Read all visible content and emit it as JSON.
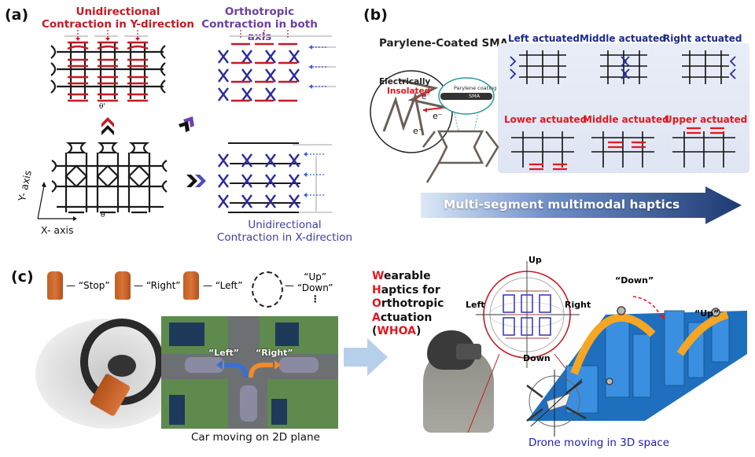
{
  "panel_a": {
    "label": "(a)",
    "top_left_title": [
      "Unidirectional",
      "Contraction in Y-direction"
    ],
    "top_right_title": [
      "Orthotropic",
      "Contraction in both axis"
    ],
    "bottom_right_title": [
      "Unidirectional",
      "Contraction in X-direction"
    ],
    "theta_prime": "θ'",
    "theta": "θ",
    "y_axis_label": "Y- axis",
    "x_axis_label": "X- axis",
    "colors": {
      "y_contraction": "#c41a24",
      "x_contraction": "#2a2aa0",
      "orthotropic": "#6b3fa0",
      "base": "#1a1a1a"
    }
  },
  "panel_b": {
    "label": "(b)",
    "sma_title": "Parylene-Coated SMA",
    "inset_line1": "Electrically",
    "inset_line2": "Insolated",
    "electron": "e⁻",
    "coating_label": "Parylene coating",
    "core_label": "SMA",
    "top_row": [
      "Left actuated",
      "Middle actuated",
      "Right actuated"
    ],
    "bottom_row": [
      "Lower actuated",
      "Middle actuated",
      "Upper actuated"
    ],
    "banner": "Multi-segment multimodal haptics",
    "colors": {
      "top_row": "#1c2a8c",
      "bottom_row": "#e0191f"
    }
  },
  "panel_c": {
    "label": "(c)",
    "commands": [
      "“Stop”",
      "“Right”",
      "“Left”"
    ],
    "extra_commands": [
      "“Up”",
      "“Down”"
    ],
    "ellipsis": "⋮",
    "car_left": "“Left”",
    "car_right": "“Right”",
    "car_caption": "Car moving on 2D plane",
    "whoa_lines": [
      {
        "initial": "W",
        "rest": "earable"
      },
      {
        "initial": "H",
        "rest": "aptics for"
      },
      {
        "initial": "O",
        "rest": "rthotropic"
      },
      {
        "initial": "A",
        "rest": "ctuation"
      }
    ],
    "whoa_acronym_prefix": "(",
    "whoa_acronym": "WHOA",
    "whoa_acronym_suffix": ")",
    "compass": {
      "up": "Up",
      "down": "Down",
      "left": "Left",
      "right": "Right"
    },
    "drone_down": "“Down”",
    "drone_up": "“Up”",
    "drone_caption": "Drone moving in 3D space"
  }
}
